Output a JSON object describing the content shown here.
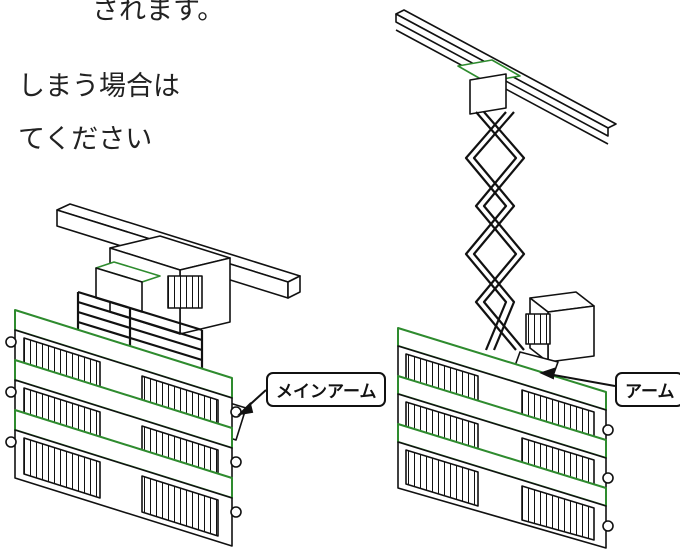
{
  "text": {
    "line1": "されます。",
    "line2": "しまう場合は",
    "line3": "てください"
  },
  "labels": {
    "main_arm": "メインアーム",
    "arm": "アーム"
  },
  "colors": {
    "line": "#111111",
    "accent_green": "#2e8b2e",
    "background": "#ffffff"
  }
}
